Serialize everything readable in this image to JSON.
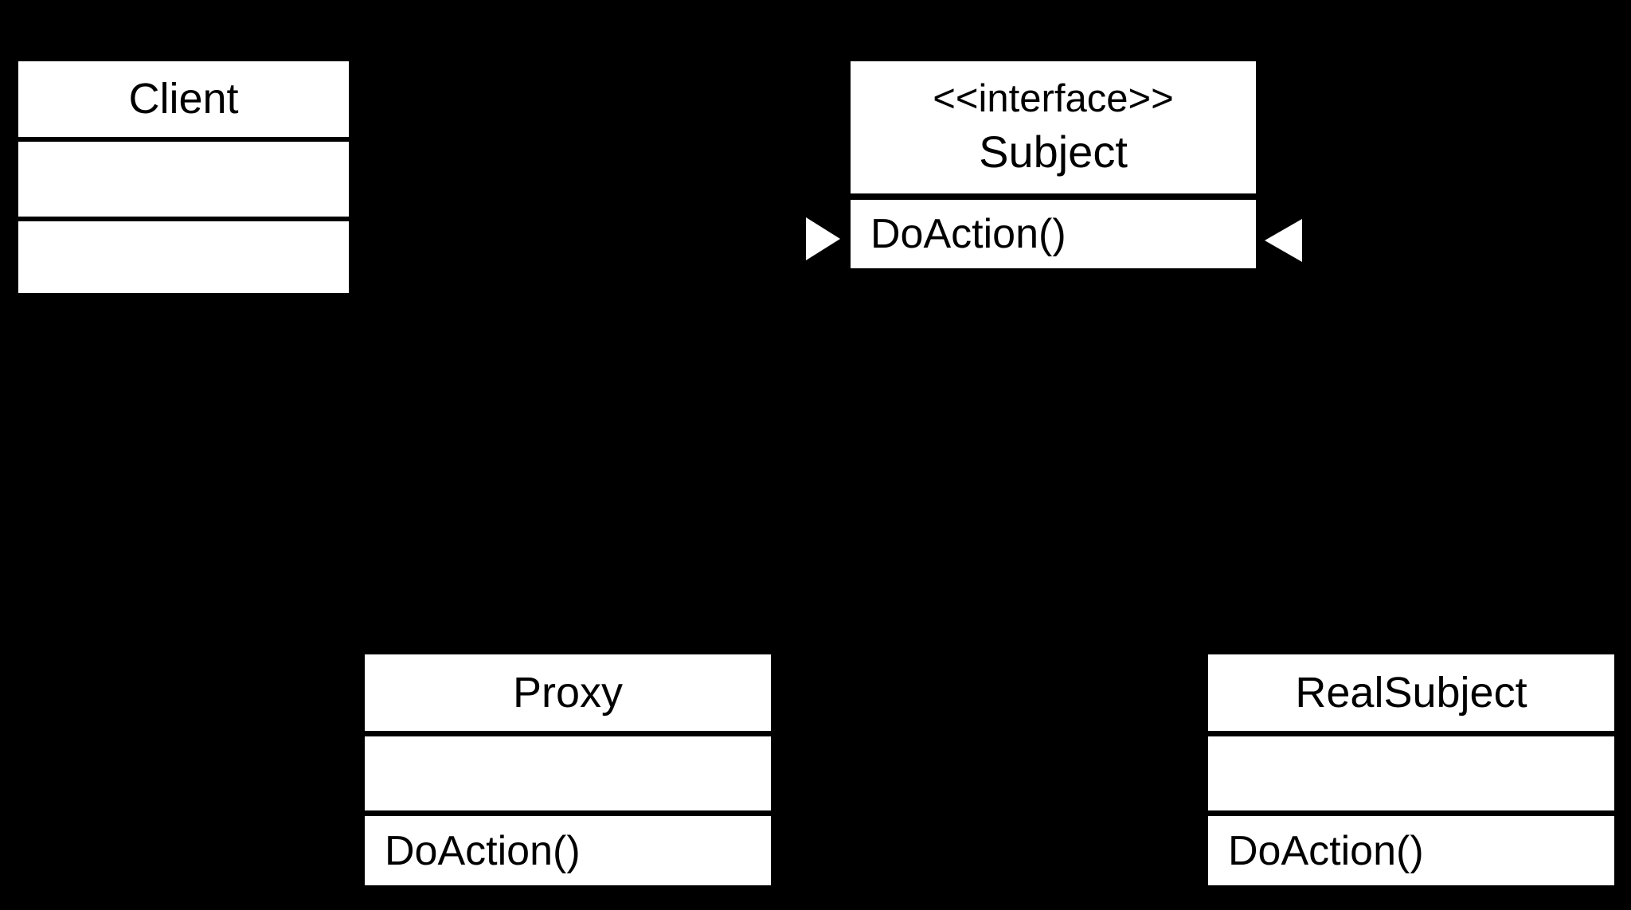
{
  "colors": {
    "background": "#000000",
    "box_fill": "#ffffff",
    "divider_line": "#000000",
    "text": "#000000",
    "arrowhead_fill": "#ffffff"
  },
  "classes": {
    "client": {
      "title": "Client",
      "attributes": "",
      "methods": ""
    },
    "subject": {
      "stereotype": "<<interface>>",
      "title": "Subject",
      "method": "DoAction()"
    },
    "proxy": {
      "title": "Proxy",
      "attributes": "",
      "method": "DoAction()"
    },
    "real_subject": {
      "title": "RealSubject",
      "attributes": "",
      "method": "DoAction()"
    }
  },
  "arrowheads": {
    "left": "hollow triangle pointing right at Subject",
    "right": "hollow triangle pointing left at Subject"
  }
}
